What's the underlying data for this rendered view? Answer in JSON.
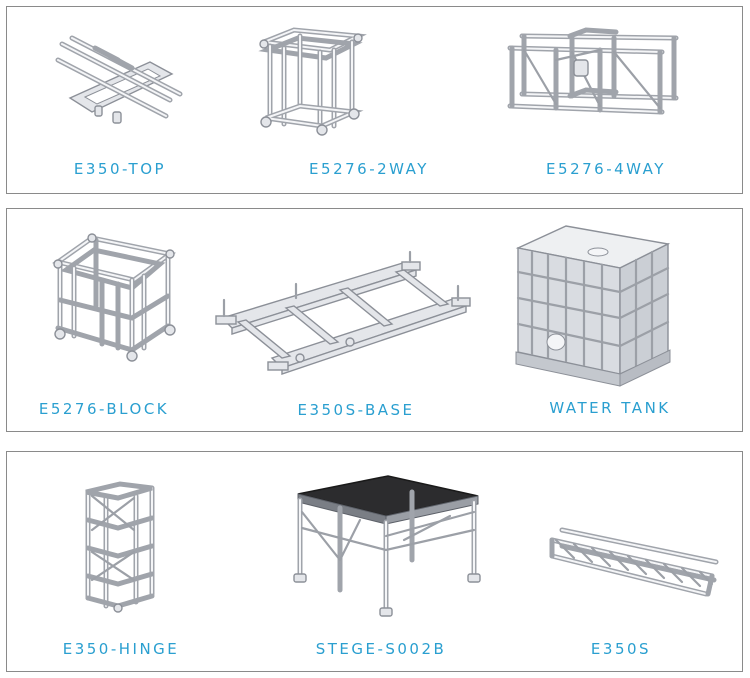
{
  "products": [
    {
      "label": "E350-TOP",
      "icon": "e350-top-truss-icon"
    },
    {
      "label": "E5276-2WAY",
      "icon": "e5276-2way-truss-icon"
    },
    {
      "label": "E5276-4WAY",
      "icon": "e5276-4way-truss-icon"
    },
    {
      "label": "E5276-BLOCK",
      "icon": "e5276-block-truss-icon"
    },
    {
      "label": "E350S-BASE",
      "icon": "e350s-base-frame-icon"
    },
    {
      "label": "WATER TANK",
      "icon": "water-tank-icon"
    },
    {
      "label": "E350-HINGE",
      "icon": "e350-hinge-tower-icon"
    },
    {
      "label": "STEGE-S002B",
      "icon": "stage-platform-icon"
    },
    {
      "label": "E350S",
      "icon": "e350s-truss-icon"
    }
  ],
  "caption_color": "#2a9fd0"
}
